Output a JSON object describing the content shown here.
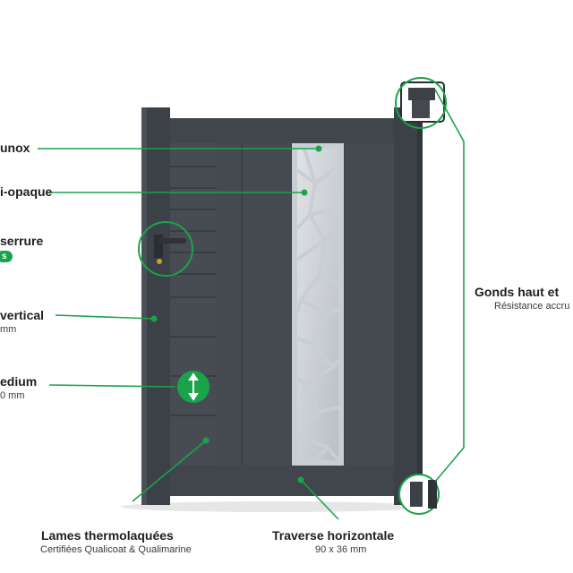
{
  "labels": {
    "unox": "unox",
    "opaque": "i-opaque",
    "serrure": "serrure",
    "serrure_badge": "s",
    "vertical_title": "vertical",
    "vertical_sub": "mm",
    "medium_title": "edium",
    "medium_sub": "0  mm",
    "gonds_title": "Gonds haut et",
    "gonds_sub": "Résistance accru",
    "lames_title": "Lames thermolaquées",
    "lames_sub": "Certifiées Qualicoat & Qualimarine",
    "traverse_title": "Traverse horizontale",
    "traverse_sub": "90 x 36 mm"
  },
  "colors": {
    "accent": "#1aa34a",
    "frame": "#3c4147",
    "panel": "#454a50"
  }
}
